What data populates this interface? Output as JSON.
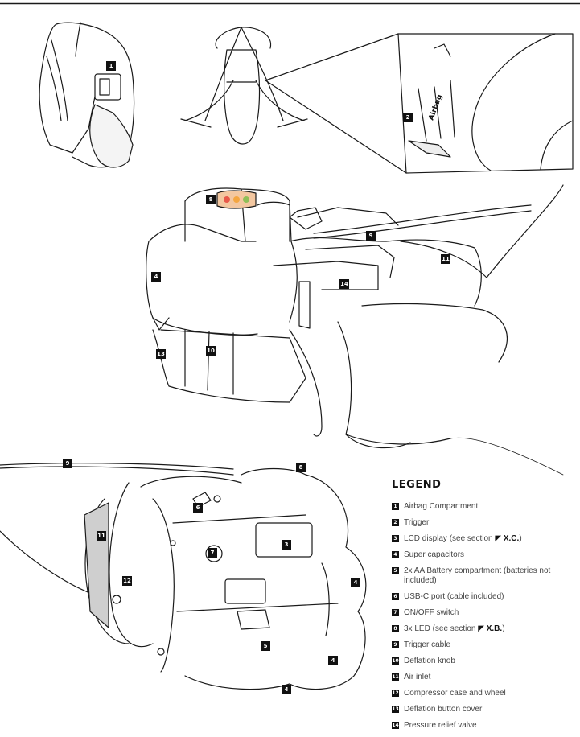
{
  "legend": {
    "title": "LEGEND",
    "items": [
      {
        "num": "1",
        "text": "Airbag Compartment"
      },
      {
        "num": "2",
        "text": "Trigger"
      },
      {
        "num": "3",
        "text": "LCD display (see section ",
        "ref": "X.C.",
        "suffix": ")"
      },
      {
        "num": "4",
        "text": "Super capacitors"
      },
      {
        "num": "5",
        "text": "2x AA Battery compartment (batteries not included)"
      },
      {
        "num": "6",
        "text": "USB-C port (cable included)"
      },
      {
        "num": "7",
        "text": "ON/OFF switch"
      },
      {
        "num": "8",
        "text": "3x LED (see section ",
        "ref": "X.B.",
        "suffix": ")"
      },
      {
        "num": "9",
        "text": "Trigger cable"
      },
      {
        "num": "10",
        "text": "Deflation knob"
      },
      {
        "num": "11",
        "text": "Air inlet"
      },
      {
        "num": "12",
        "text": "Compressor case and wheel"
      },
      {
        "num": "13",
        "text": "Deflation button cover"
      },
      {
        "num": "14",
        "text": "Pressure relief valve"
      }
    ]
  },
  "callouts": {
    "c1": "1",
    "c2": "2",
    "c3": "3",
    "c4a": "4",
    "c4b": "4",
    "c4c": "4",
    "c4d": "4",
    "c5": "5",
    "c6": "6",
    "c7": "7",
    "c8a": "8",
    "c8b": "8",
    "c9a": "9",
    "c9b": "9",
    "c10": "10",
    "c11a": "11",
    "c11b": "11",
    "c12": "12",
    "c13": "13",
    "c14": "14"
  },
  "trigger_brand": "Airbag"
}
